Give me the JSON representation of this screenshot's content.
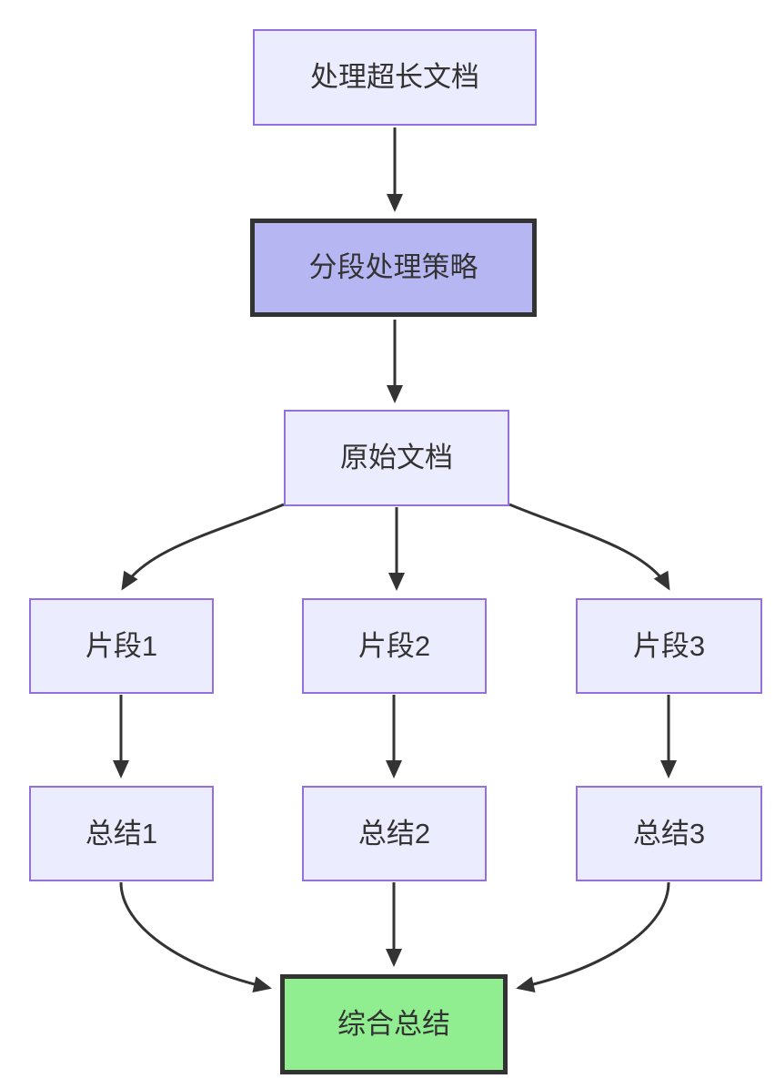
{
  "diagram": {
    "type": "flowchart",
    "direction": "top-down",
    "nodes": [
      {
        "id": "A",
        "label": "处理超长文档",
        "style": "default"
      },
      {
        "id": "B",
        "label": "分段处理策略",
        "style": "strategy"
      },
      {
        "id": "C",
        "label": "原始文档",
        "style": "default"
      },
      {
        "id": "D1",
        "label": "片段1",
        "style": "default"
      },
      {
        "id": "D2",
        "label": "片段2",
        "style": "default"
      },
      {
        "id": "D3",
        "label": "片段3",
        "style": "default"
      },
      {
        "id": "E1",
        "label": "总结1",
        "style": "default"
      },
      {
        "id": "E2",
        "label": "总结2",
        "style": "default"
      },
      {
        "id": "E3",
        "label": "总结3",
        "style": "default"
      },
      {
        "id": "F",
        "label": "综合总结",
        "style": "result"
      }
    ],
    "edges": [
      {
        "from": "A",
        "to": "B"
      },
      {
        "from": "B",
        "to": "C"
      },
      {
        "from": "C",
        "to": "D1"
      },
      {
        "from": "C",
        "to": "D2"
      },
      {
        "from": "C",
        "to": "D3"
      },
      {
        "from": "D1",
        "to": "E1"
      },
      {
        "from": "D2",
        "to": "E2"
      },
      {
        "from": "D3",
        "to": "E3"
      },
      {
        "from": "E1",
        "to": "F"
      },
      {
        "from": "E2",
        "to": "F"
      },
      {
        "from": "E3",
        "to": "F"
      }
    ],
    "colors": {
      "background": "#ffffff",
      "node_fill": "#ECECFF",
      "node_border": "#9370DB",
      "strategy_fill": "#b6b6f2",
      "strategy_border": "#333333",
      "result_fill": "#90EE90",
      "result_border": "#333333",
      "edge": "#333333",
      "text": "#333333"
    }
  }
}
